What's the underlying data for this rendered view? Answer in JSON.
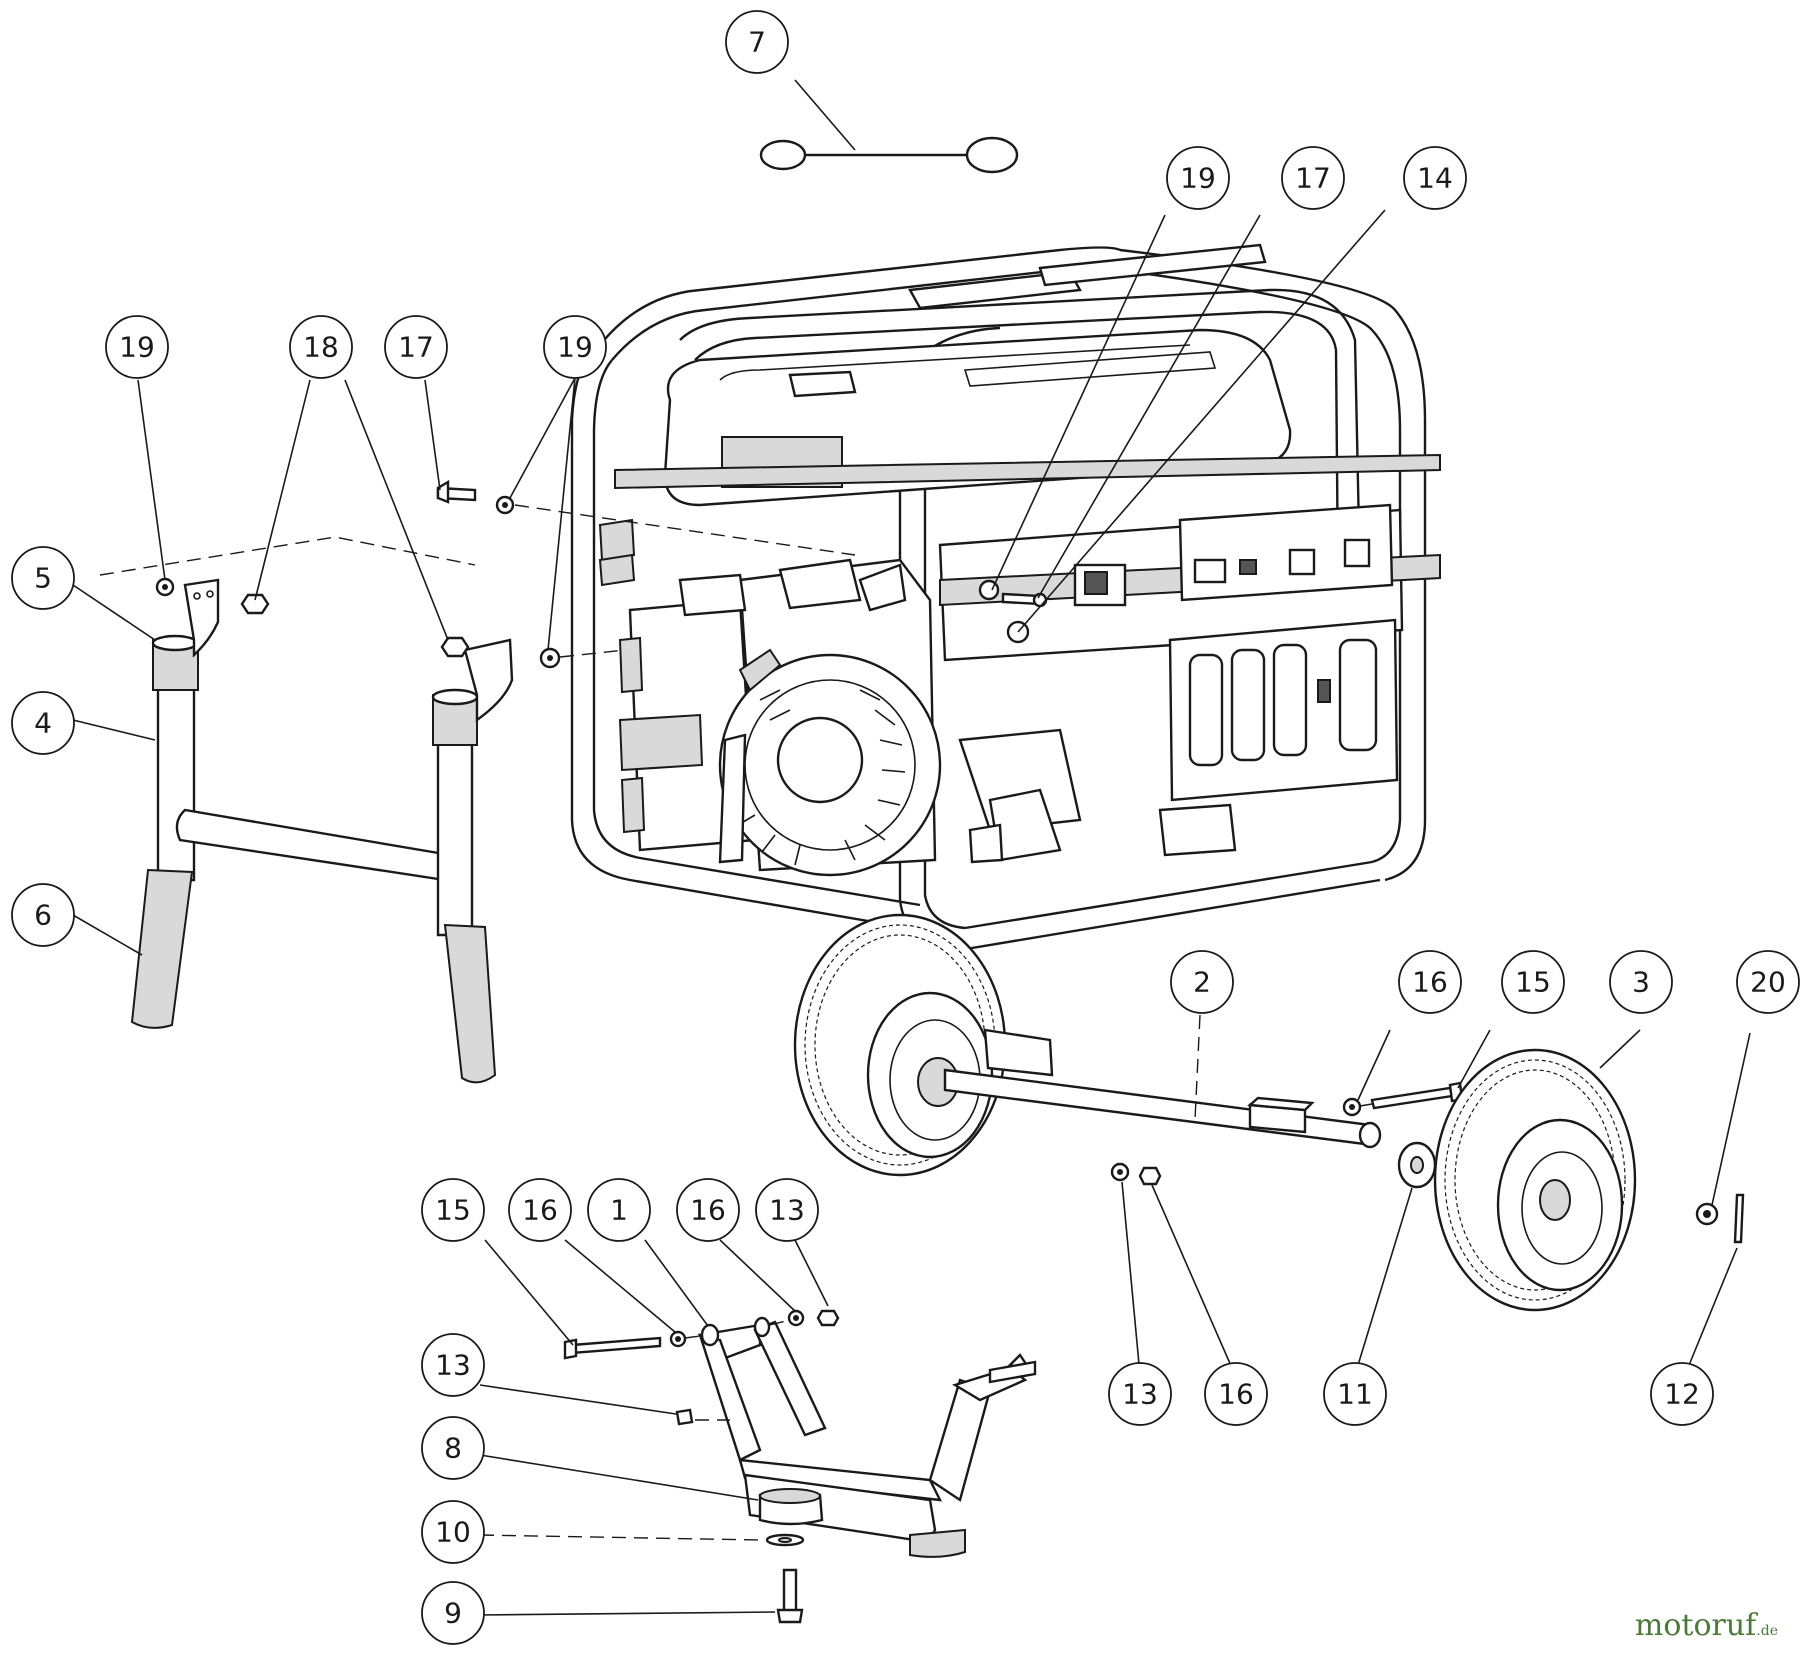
{
  "callouts": [
    {
      "id": "c7",
      "label": "7"
    },
    {
      "id": "c19a",
      "label": "19"
    },
    {
      "id": "c17a",
      "label": "17"
    },
    {
      "id": "c14",
      "label": "14"
    },
    {
      "id": "c19b",
      "label": "19"
    },
    {
      "id": "c18",
      "label": "18"
    },
    {
      "id": "c17b",
      "label": "17"
    },
    {
      "id": "c19c",
      "label": "19"
    },
    {
      "id": "c5",
      "label": "5"
    },
    {
      "id": "c4",
      "label": "4"
    },
    {
      "id": "c6",
      "label": "6"
    },
    {
      "id": "c2",
      "label": "2"
    },
    {
      "id": "c16a",
      "label": "16"
    },
    {
      "id": "c15a",
      "label": "15"
    },
    {
      "id": "c3",
      "label": "3"
    },
    {
      "id": "c20",
      "label": "20"
    },
    {
      "id": "c15b",
      "label": "15"
    },
    {
      "id": "c16b",
      "label": "16"
    },
    {
      "id": "c1",
      "label": "1"
    },
    {
      "id": "c16c",
      "label": "16"
    },
    {
      "id": "c13a",
      "label": "13"
    },
    {
      "id": "c13b",
      "label": "13"
    },
    {
      "id": "c8",
      "label": "8"
    },
    {
      "id": "c10",
      "label": "10"
    },
    {
      "id": "c9",
      "label": "9"
    },
    {
      "id": "c13c",
      "label": "13"
    },
    {
      "id": "c16d",
      "label": "16"
    },
    {
      "id": "c11",
      "label": "11"
    },
    {
      "id": "c12",
      "label": "12"
    }
  ],
  "watermark": {
    "name": "motoruf",
    "ext": ".de"
  }
}
